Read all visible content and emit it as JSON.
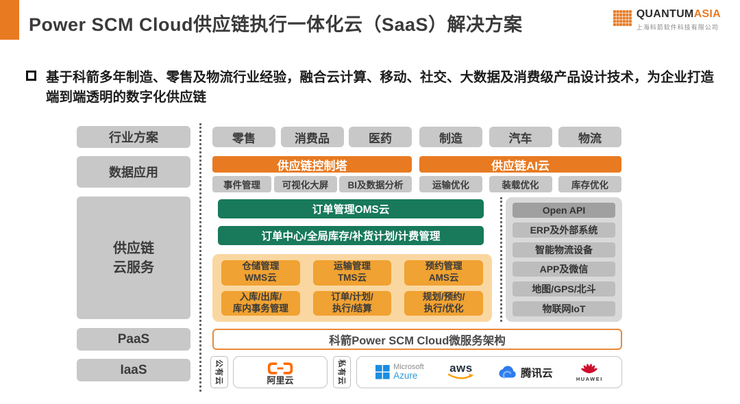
{
  "header": {
    "title": "Power SCM Cloud供应链执行一体化云（SaaS）解决方案",
    "brand": {
      "name_primary": "QUANTUM",
      "name_secondary": "ASIA",
      "company": "上海科箭软件科技有限公司"
    }
  },
  "intro": {
    "bullet_text": "基于科箭多年制造、零售及物流行业经验，融合云计算、移动、社交、大数据及消费级产品设计技术，为企业打造端到端透明的数字化供应链"
  },
  "sidebar": {
    "industry": "行业方案",
    "data_app": "数据应用",
    "scm_line1": "供应链",
    "scm_line2": "云服务",
    "paas": "PaaS",
    "iaas": "IaaS"
  },
  "industries": [
    "零售",
    "消费品",
    "医药",
    "制造",
    "汽车",
    "物流"
  ],
  "control_tower": {
    "title": "供应链控制塔",
    "items": [
      "事件管理",
      "可视化大屏",
      "BI及数据分析"
    ]
  },
  "ai_cloud": {
    "title": "供应链AI云",
    "items": [
      "运输优化",
      "装载优化",
      "库存优化"
    ]
  },
  "oms": {
    "bar1": "订单管理OMS云",
    "bar2": "订单中心/全局库存/补货计划/计费管理"
  },
  "modules": {
    "wms": {
      "l1": "仓储管理",
      "l2": "WMS云"
    },
    "tms": {
      "l1": "运输管理",
      "l2": "TMS云"
    },
    "ams": {
      "l1": "预约管理",
      "l2": "AMS云"
    },
    "wms_sub": {
      "l1": "入库/出库/",
      "l2": "库内事务管理"
    },
    "tms_sub": {
      "l1": "订单/计划/",
      "l2": "执行/结算"
    },
    "ams_sub": {
      "l1": "规划/预约/",
      "l2": "执行/优化"
    }
  },
  "integrations": [
    "Open API",
    "ERP及外部系统",
    "智能物流设备",
    "APP及微信",
    "地图/GPS/北斗",
    "物联网IoT"
  ],
  "microservices_bar": "科箭Power SCM Cloud微服务架构",
  "deployment": {
    "public_label": "公有云",
    "private_label": "私有云",
    "alibaba": "阿里云",
    "microsoft_line1": "Microsoft",
    "microsoft_line2": "Azure",
    "aws": "aws",
    "tencent": "腾讯云",
    "huawei": "HUAWEI"
  },
  "colors": {
    "accent_orange": "#E87A22",
    "module_orange": "#F0A232",
    "panel_beige": "#FAD7A1",
    "green": "#18795B",
    "gray_box": "#C8C8C8",
    "panel_gray": "#D9D9D9",
    "item_gray": "#BDBDBD",
    "item_gray_dark": "#A0A0A0",
    "alibaba_orange": "#FF6A00",
    "azure_blue": "#1B8DE0",
    "aws_orange": "#FF9900",
    "tencent_blue": "#2E7CEE",
    "huawei_red": "#CE0E2D"
  }
}
